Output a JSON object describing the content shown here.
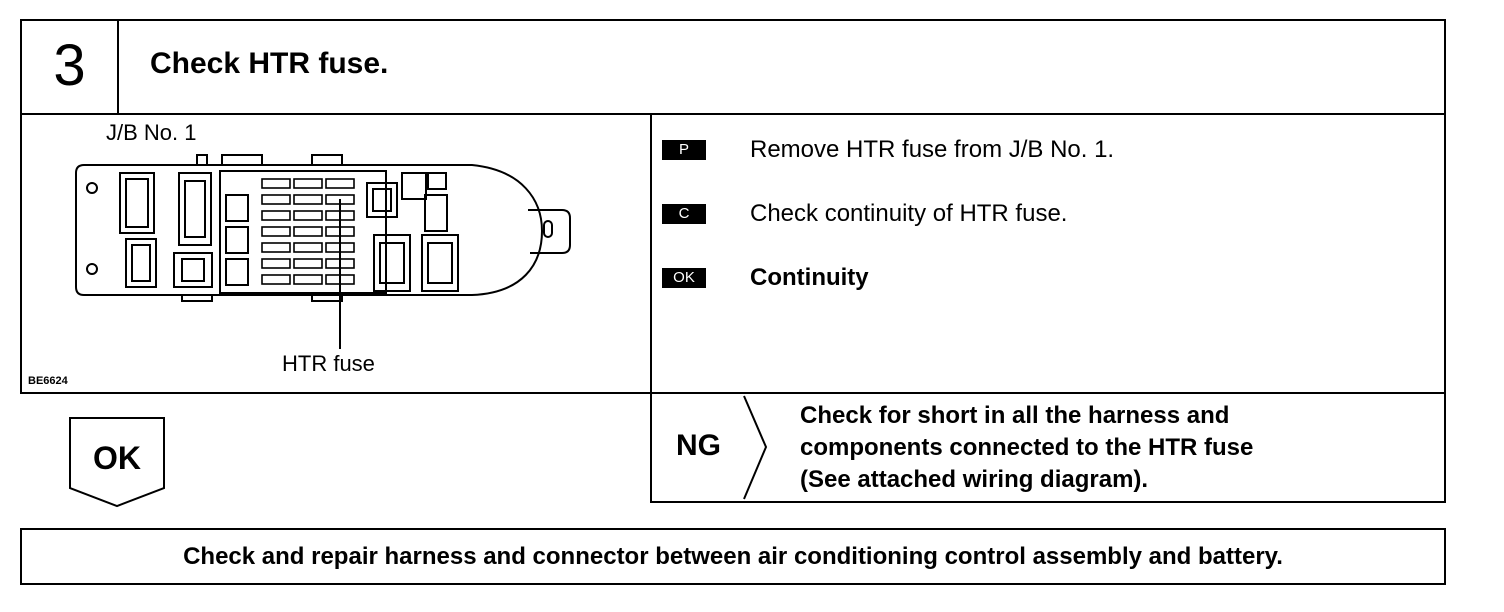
{
  "step": {
    "number": "3",
    "title": "Check HTR fuse."
  },
  "diagram": {
    "jb_label": "J/B No. 1",
    "fuse_label": "HTR fuse",
    "figure_code": "BE6624"
  },
  "instructions": [
    {
      "badge": "P",
      "text": "Remove HTR fuse from J/B No. 1."
    },
    {
      "badge": "C",
      "text": "Check continuity of HTR fuse."
    },
    {
      "badge": "OK",
      "text": "Continuity"
    }
  ],
  "ng": {
    "label": "NG",
    "lines": [
      "Check for short in all the harness and",
      "components connected to the HTR fuse",
      "(See attached wiring diagram)."
    ]
  },
  "ok": {
    "label": "OK"
  },
  "next_step": {
    "text": "Check and repair harness and connector between air conditioning control assembly and battery."
  }
}
